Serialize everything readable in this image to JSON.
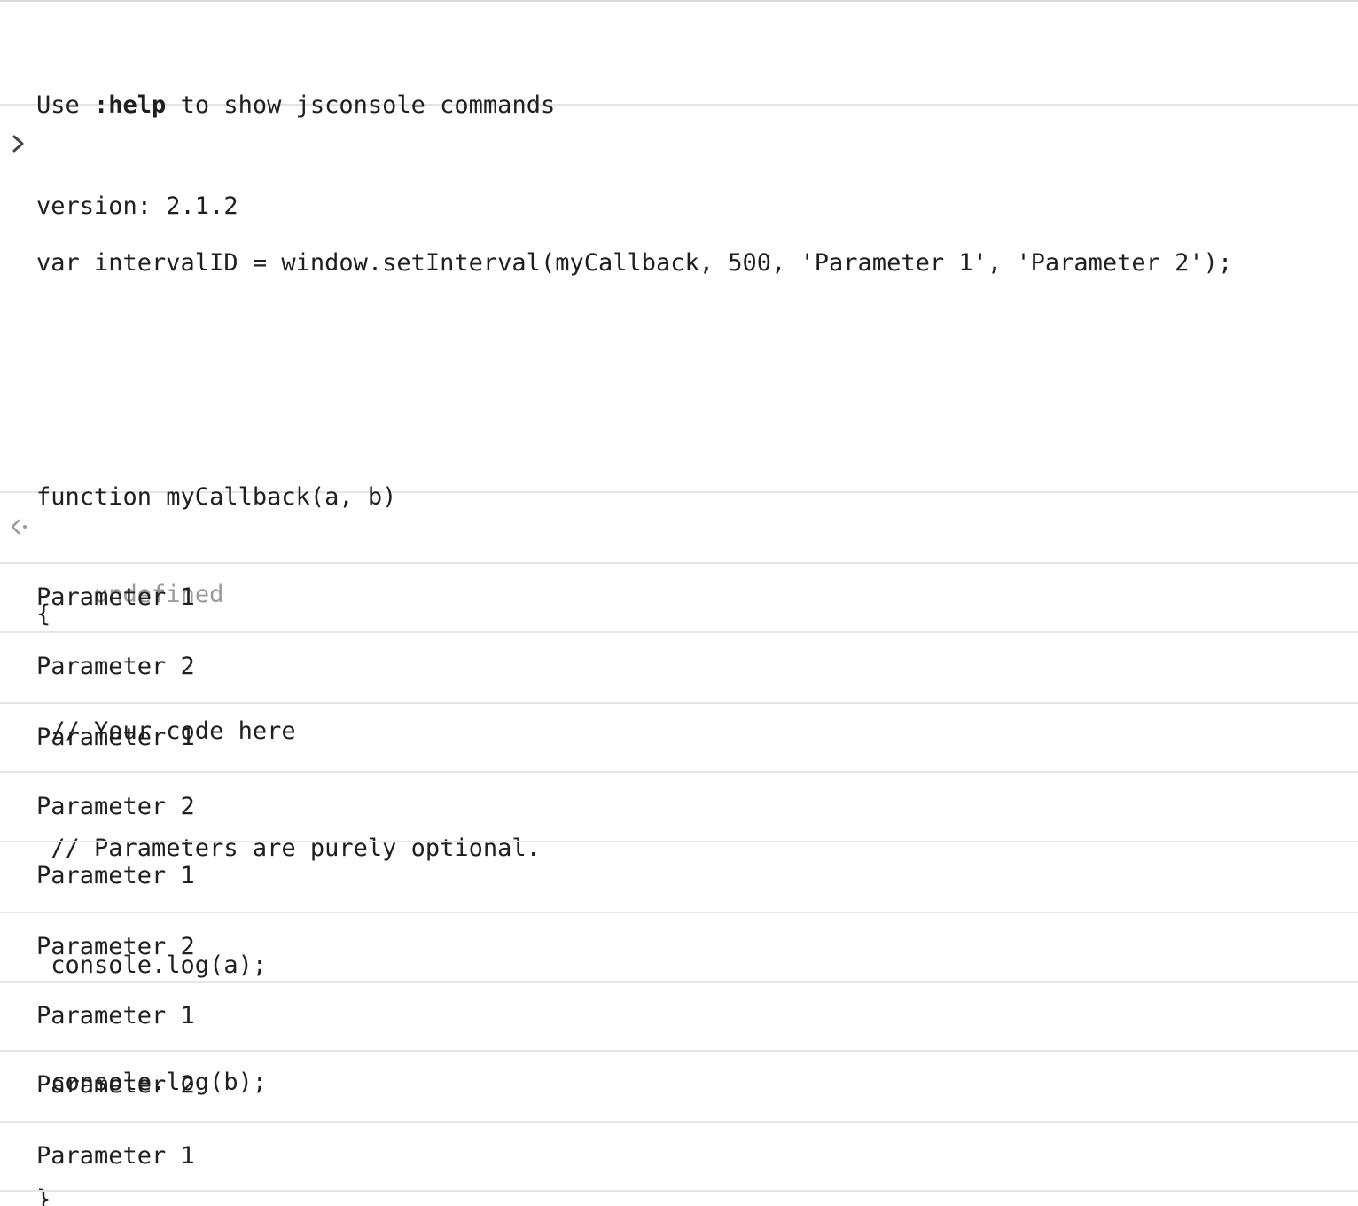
{
  "info": {
    "help_prefix": "Use ",
    "help_command": ":help",
    "help_suffix": " to show jsconsole commands",
    "version_line": "version: 2.1.2"
  },
  "input": {
    "prompt_icon": "chevron-right-icon",
    "lines": [
      "var intervalID = window.setInterval(myCallback, 500, 'Parameter 1', 'Parameter 2');",
      "",
      "function myCallback(a, b)",
      "{",
      " // Your code here",
      " // Parameters are purely optional.",
      " console.log(a);",
      " console.log(b);",
      "}"
    ]
  },
  "result": {
    "icon": "return-arrow-icon",
    "value": "undefined"
  },
  "logs": [
    "Parameter 1",
    "Parameter 2",
    "Parameter 1",
    "Parameter 2",
    "Parameter 1",
    "Parameter 2",
    "Parameter 1",
    "Parameter 2",
    "Parameter 1"
  ],
  "colors": {
    "text": "#1f1f1f",
    "result_text": "#9a9a9a",
    "divider": "#e6e6e6",
    "background": "#ffffff"
  }
}
